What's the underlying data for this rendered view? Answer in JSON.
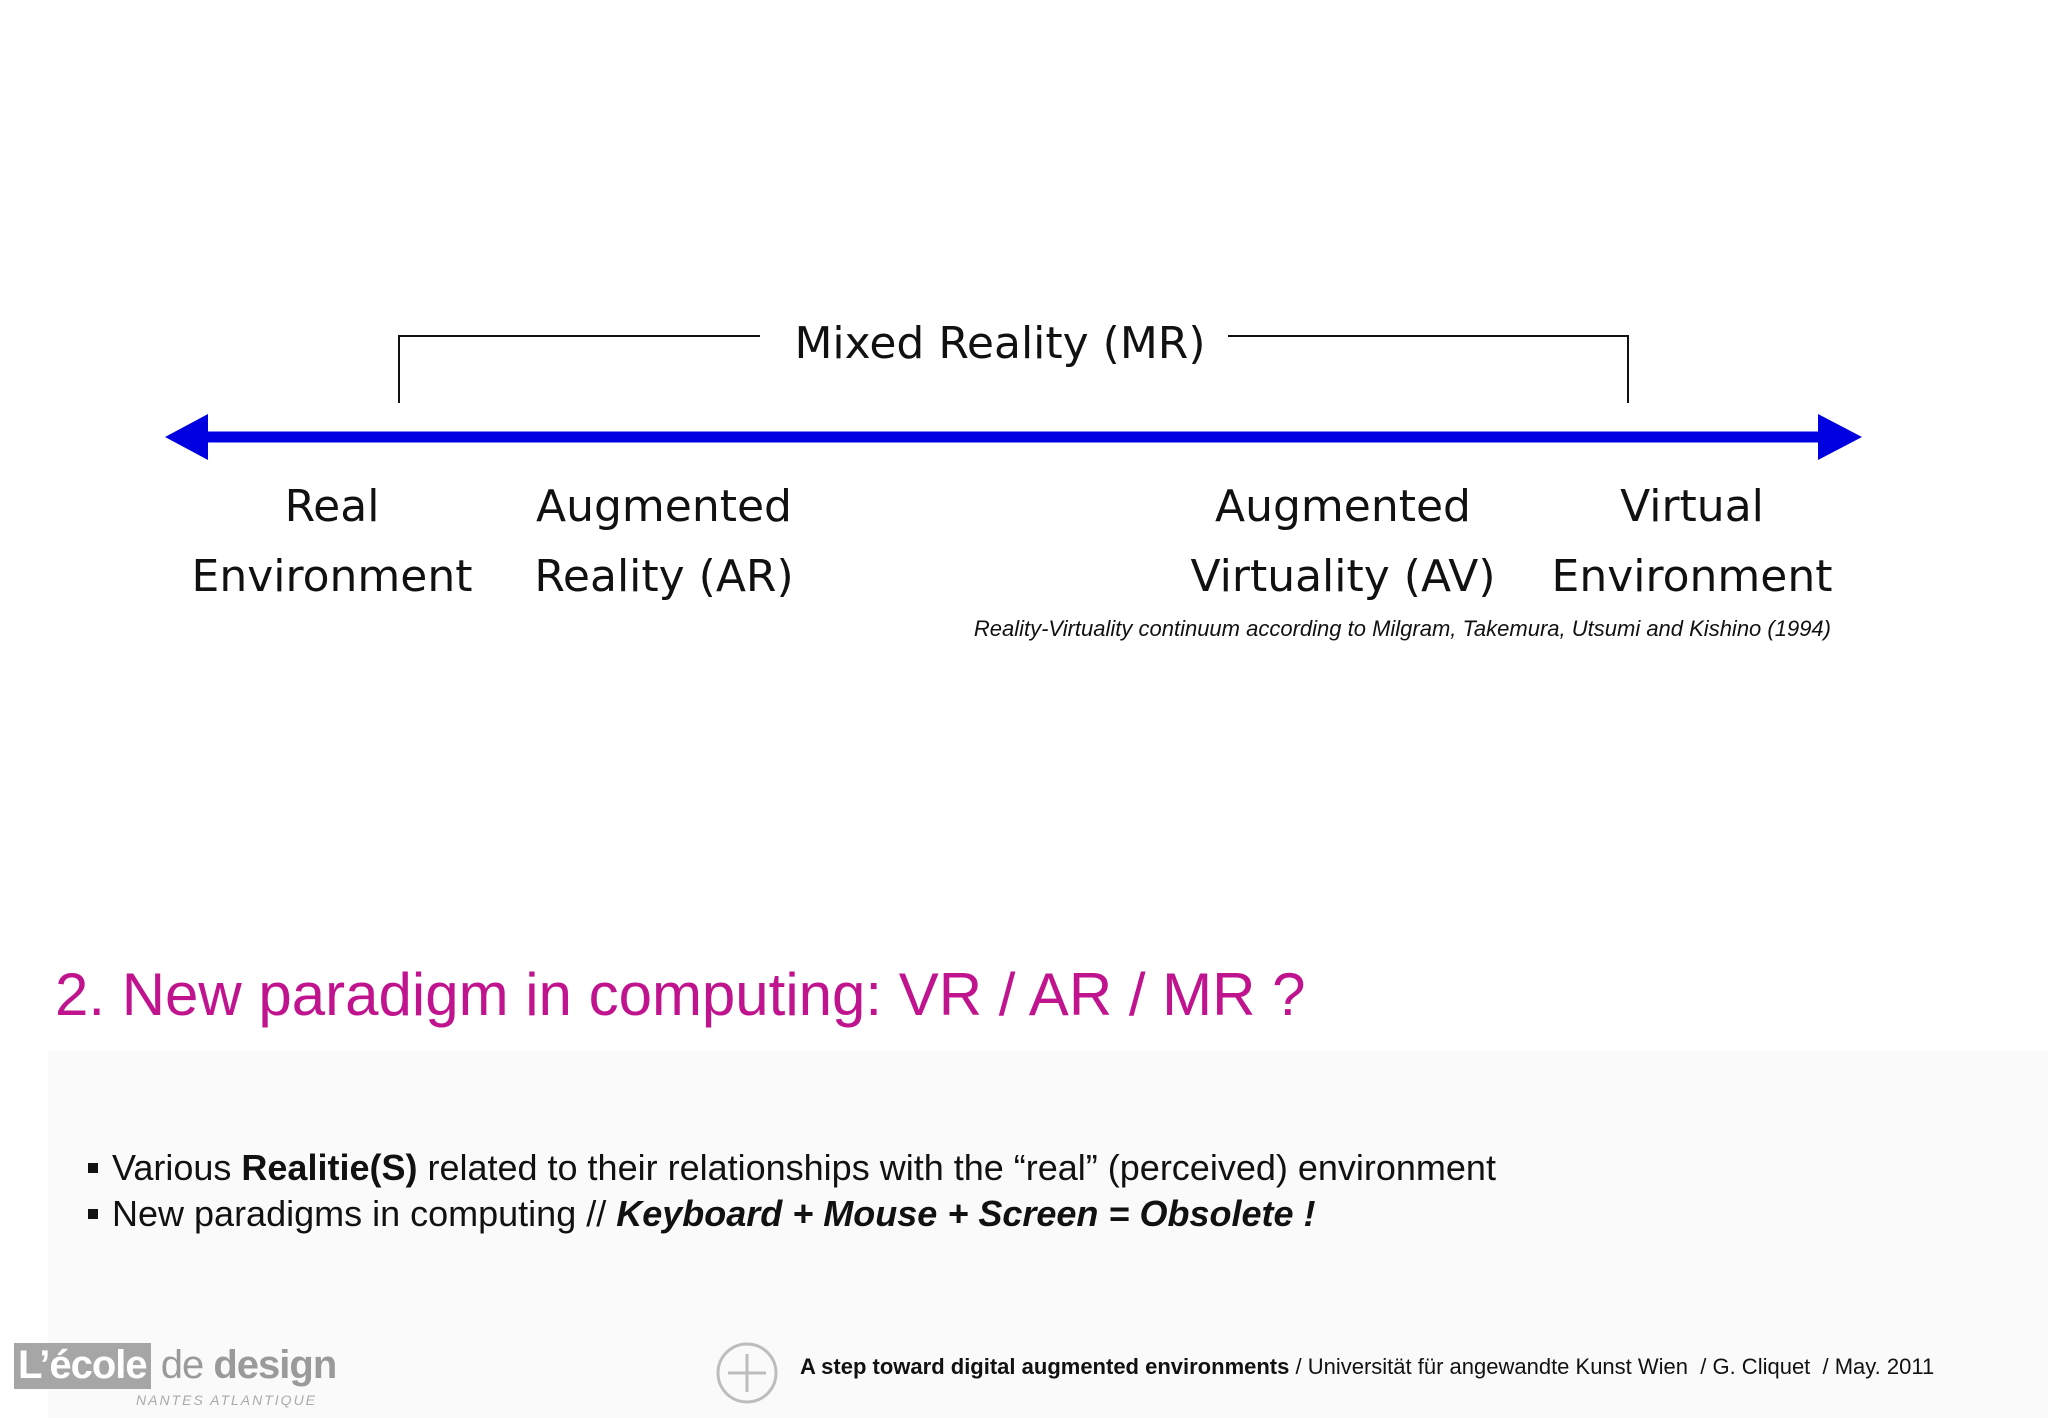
{
  "diagram": {
    "mixed_reality_label": "Mixed Reality (MR)",
    "categories": [
      {
        "line1": "Real",
        "line2": "Environment"
      },
      {
        "line1": "Augmented",
        "line2": "Reality (AR)"
      },
      {
        "line1": "Augmented",
        "line2": "Virtuality (AV)"
      },
      {
        "line1": "Virtual",
        "line2": "Environment"
      }
    ],
    "arrow_color": "#0000e0",
    "caption": "Reality-Virtuality continuum according to Milgram, Takemura, Utsumi and Kishino (1994)"
  },
  "slide": {
    "heading": "2. New paradigm in computing: VR / AR / MR ?",
    "heading_color": "#c0148e",
    "bullets": [
      {
        "pre": "Various ",
        "bold": "Realitie(S)",
        "post": " related to their relationships with the “real” (perceived) environment"
      },
      {
        "pre": "New paradigms in computing // ",
        "bold_italic": "Keyboard + Mouse + Screen = Obsolete !"
      }
    ]
  },
  "footer": {
    "logo_main": "L’école",
    "logo_de": "de",
    "logo_design": "design",
    "logo_sub": "NANTES ATLANTIQUE",
    "title_bold": "A step toward digital augmented environments",
    "rest": " / Universität für angewandte Kunst Wien  / G. Cliquet  / May. 2011"
  }
}
